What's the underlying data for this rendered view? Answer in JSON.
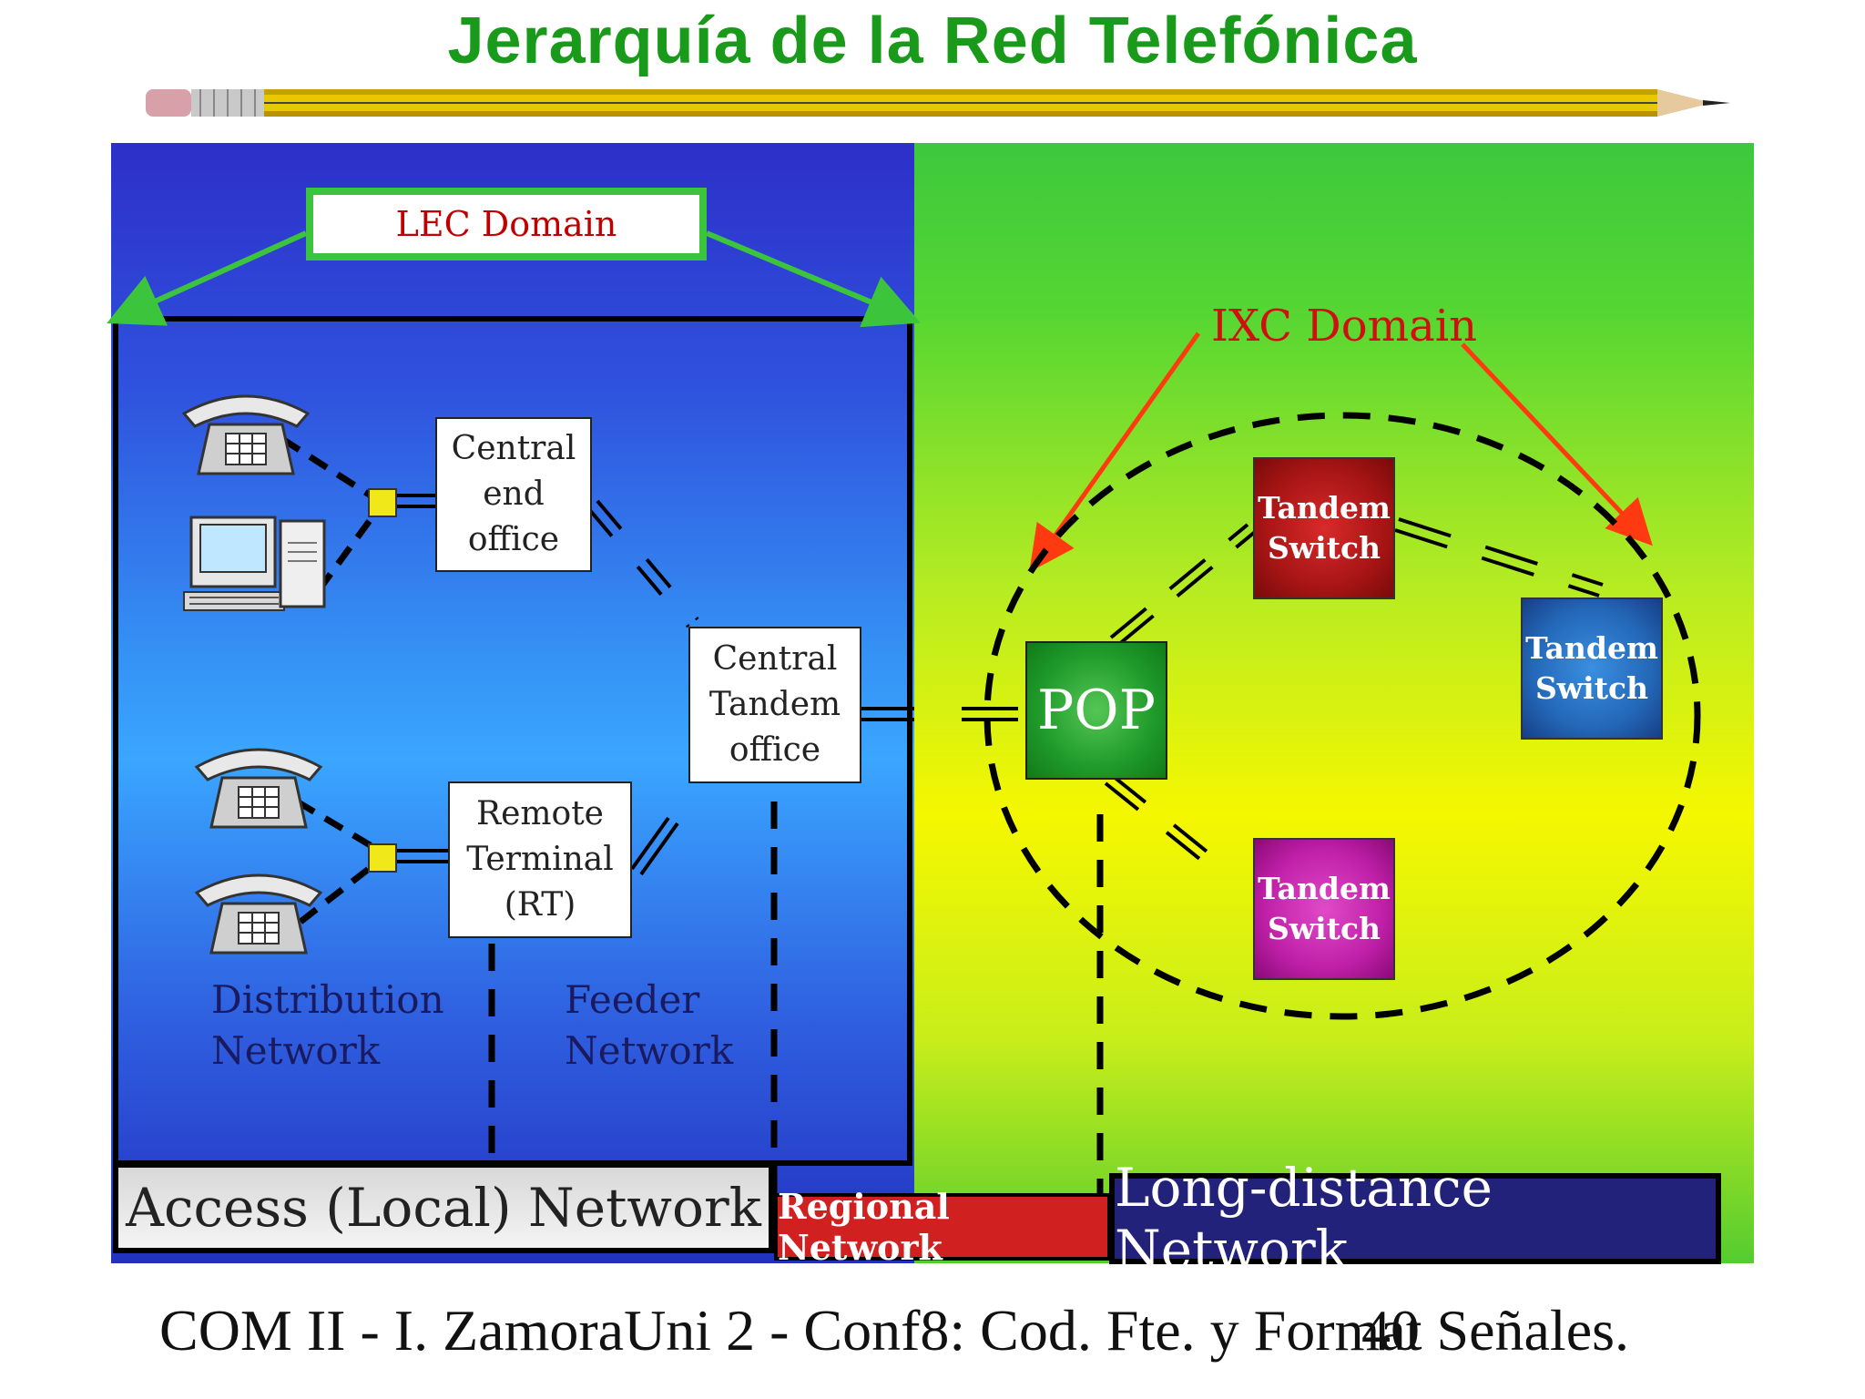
{
  "title": "Jerarquía de la Red Telefónica",
  "lec_domain": "LEC Domain",
  "ixc_domain": "IXC Domain",
  "nodes": {
    "central_end_office": "Central\nend\noffice",
    "central_tandem_office": "Central\nTandem\noffice",
    "remote_terminal": "Remote\nTerminal\n(RT)",
    "pop": "POP",
    "tandem_switch_top": "Tandem\nSwitch",
    "tandem_switch_right": "Tandem\nSwitch",
    "tandem_switch_bottom": "Tandem\nSwitch"
  },
  "labels": {
    "distribution_network": "Distribution\nNetwork",
    "feeder_network": "Feeder\nNetwork"
  },
  "bars": {
    "access": "Access (Local) Network",
    "regional": "Regional Network",
    "long_distance": "Long-distance Network"
  },
  "footer": {
    "text": "COM II - I. ZamoraUni 2 - Conf8: Cod. Fte. y Format Señales.",
    "page_number": "40"
  },
  "colors": {
    "title": "#1a9a1a",
    "lec_border": "#3cc53c",
    "lec_text": "#c00000",
    "ixc_text": "#d01010",
    "tandem_top": "#b01818",
    "tandem_right": "#2468b8",
    "tandem_bottom": "#c020a8",
    "pop": "#1f9a2a"
  },
  "icons": [
    "telephone-icon",
    "computer-icon",
    "splice-node-icon",
    "pencil-divider"
  ]
}
